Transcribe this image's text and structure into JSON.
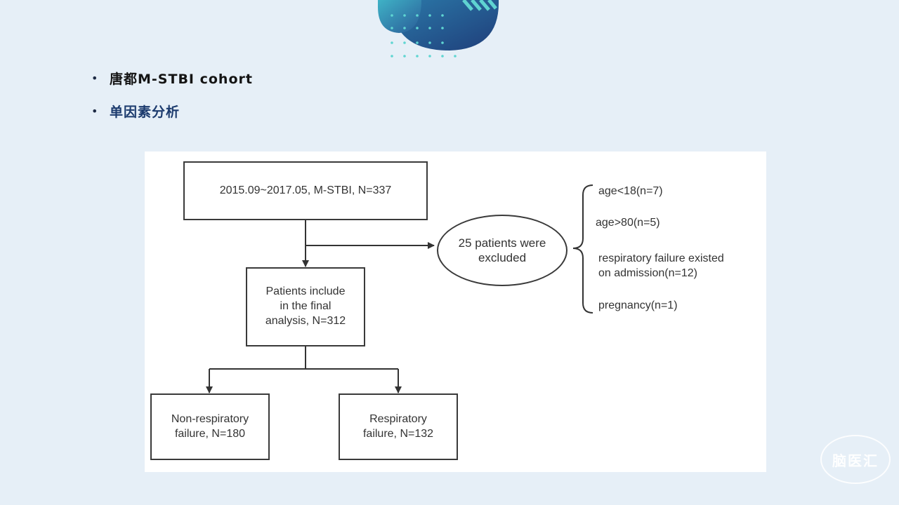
{
  "bullets": [
    {
      "text": "唐都M-STBI cohort"
    },
    {
      "text": "单因素分析"
    }
  ],
  "flowchart": {
    "top": "2015.09~2017.05, M-STBI, N=337",
    "excluded": "25 patients were\nexcluded",
    "final": "Patients include\nin the final\nanalysis, N=312",
    "non_resp": "Non-respiratory\nfailure, N=180",
    "resp": "Respiratory\nfailure, N=132",
    "reasons": [
      "age<18(n=7)",
      "age>80(n=5)",
      "respiratory failure existed\non admission(n=12)",
      "pregnancy(n=1)"
    ]
  },
  "colors": {
    "background": "#e6eff7",
    "accent_teal": "#4fc9c9",
    "accent_navy": "#1c3b6e"
  },
  "watermark": {
    "text": "脑医汇",
    "icon": "brain-logo-icon"
  }
}
